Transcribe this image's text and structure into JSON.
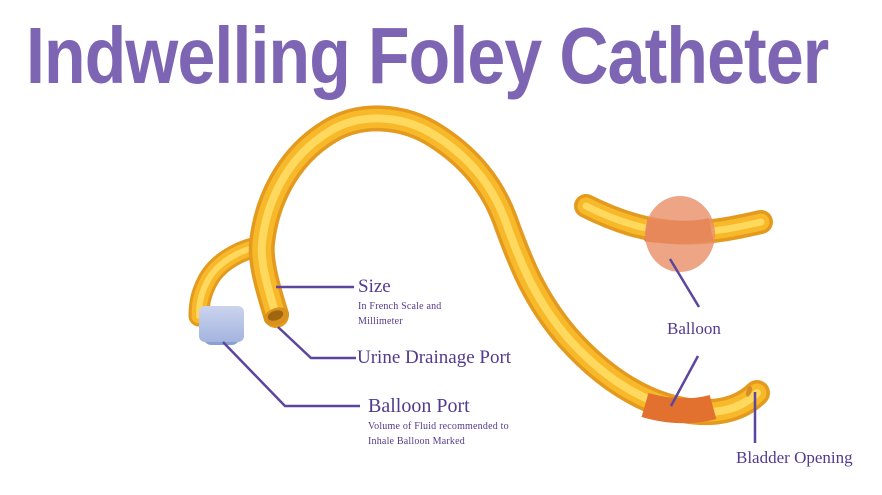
{
  "title": "Indwelling Foley Catheter",
  "colors": {
    "title_color": "#7d65b3",
    "label_color": "#533a8e",
    "line_color": "#5c459e",
    "tube_edge": "#e49a1e",
    "tube_mid": "#f7b82a",
    "tube_highlight": "#ffdc64",
    "orange_segment": "#e2702f",
    "balloon_fill": "#e98e66",
    "cube_light": "#cbd4ee",
    "cube_dark": "#a3b4df",
    "cube_bottom": "#8aa0d0"
  },
  "labels": {
    "size": {
      "title": "Size",
      "sub1": "In French Scale and",
      "sub2": "Millimeter"
    },
    "urine_drainage_port": {
      "title": "Urine Drainage Port"
    },
    "balloon_port": {
      "title": "Balloon Port",
      "sub1": "Volume of Fluid recommended to",
      "sub2": "Inhale Balloon Marked"
    },
    "balloon": {
      "title": "Balloon"
    },
    "bladder_opening": {
      "title": "Bladder Opening"
    }
  }
}
